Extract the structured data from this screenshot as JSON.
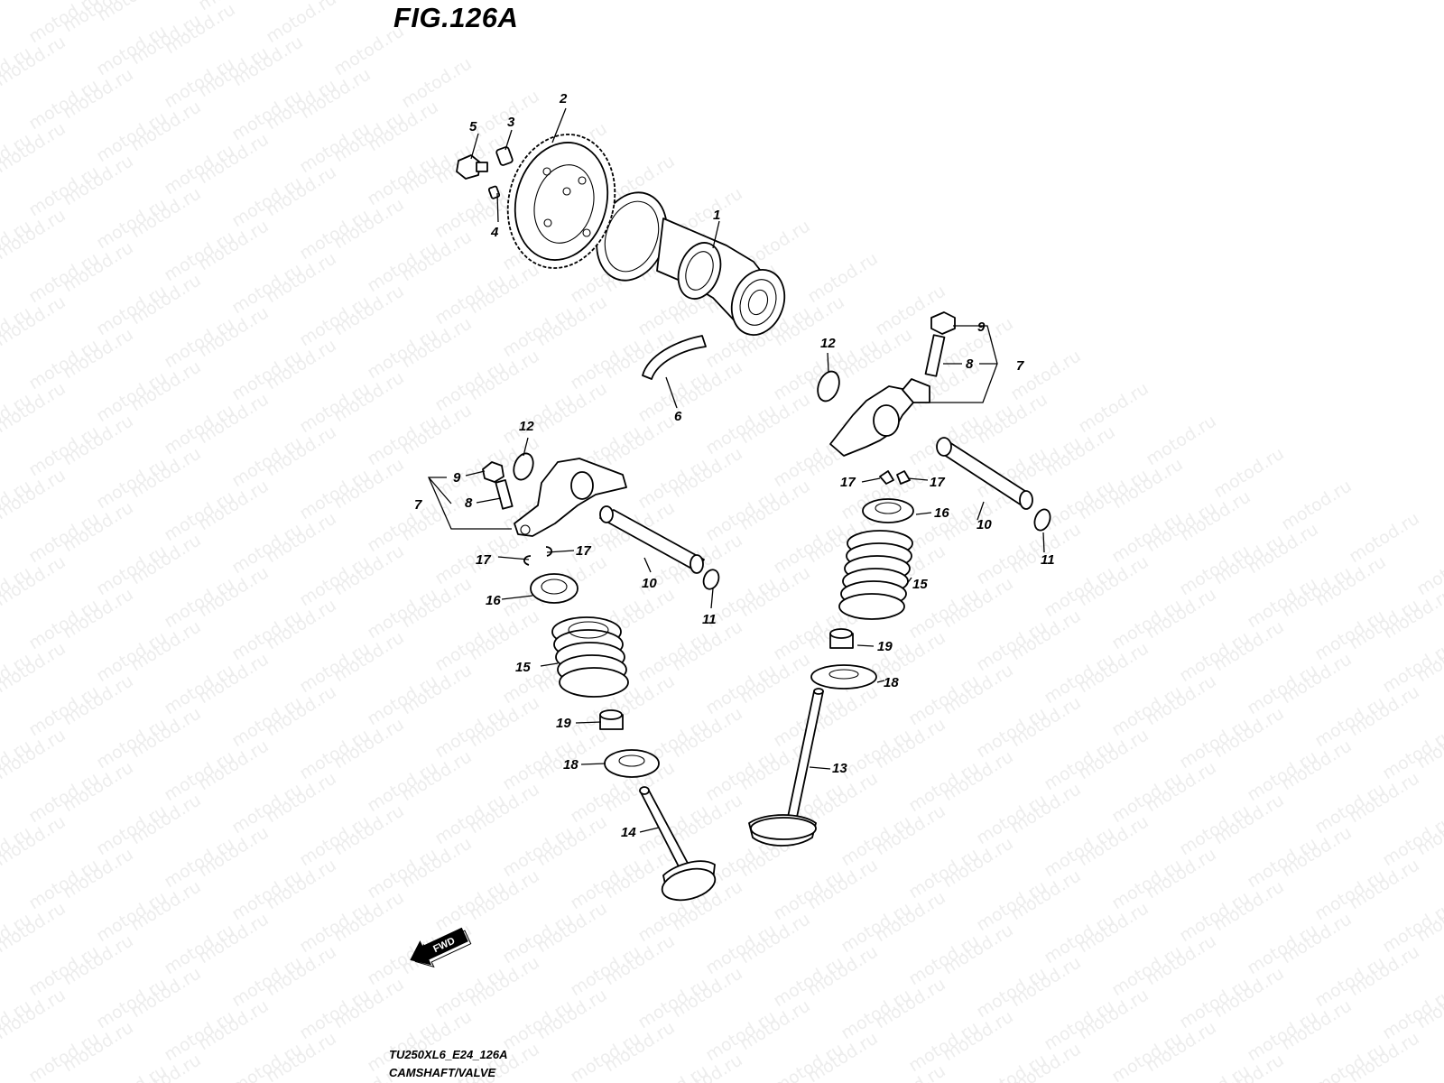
{
  "figure": {
    "title": "FIG.126A",
    "model_code": "TU250XL6_E24_126A",
    "section_name": "CAMSHAFT/VALVE"
  },
  "watermark": {
    "text": "motod.ru"
  },
  "direction_arrow": {
    "label": "FWD"
  },
  "callouts": [
    {
      "id": "c1",
      "label": "1"
    },
    {
      "id": "c2",
      "label": "2"
    },
    {
      "id": "c3",
      "label": "3"
    },
    {
      "id": "c4",
      "label": "4"
    },
    {
      "id": "c5",
      "label": "5"
    },
    {
      "id": "c6",
      "label": "6"
    },
    {
      "id": "c7a",
      "label": "7"
    },
    {
      "id": "c8a",
      "label": "8"
    },
    {
      "id": "c9a",
      "label": "9"
    },
    {
      "id": "c12a",
      "label": "12"
    },
    {
      "id": "c17a",
      "label": "17"
    },
    {
      "id": "c17b",
      "label": "17"
    },
    {
      "id": "c10a",
      "label": "10"
    },
    {
      "id": "c11a",
      "label": "11"
    },
    {
      "id": "c16a",
      "label": "16"
    },
    {
      "id": "c15a",
      "label": "15"
    },
    {
      "id": "c19a",
      "label": "19"
    },
    {
      "id": "c18a",
      "label": "18"
    },
    {
      "id": "c14",
      "label": "14"
    },
    {
      "id": "c12b",
      "label": "12"
    },
    {
      "id": "c9b",
      "label": "9"
    },
    {
      "id": "c8b",
      "label": "8"
    },
    {
      "id": "c7b",
      "label": "7"
    },
    {
      "id": "c17c",
      "label": "17"
    },
    {
      "id": "c17d",
      "label": "17"
    },
    {
      "id": "c16b",
      "label": "16"
    },
    {
      "id": "c10b",
      "label": "10"
    },
    {
      "id": "c11b",
      "label": "11"
    },
    {
      "id": "c15b",
      "label": "15"
    },
    {
      "id": "c19b",
      "label": "19"
    },
    {
      "id": "c18b",
      "label": "18"
    },
    {
      "id": "c13",
      "label": "13"
    }
  ]
}
